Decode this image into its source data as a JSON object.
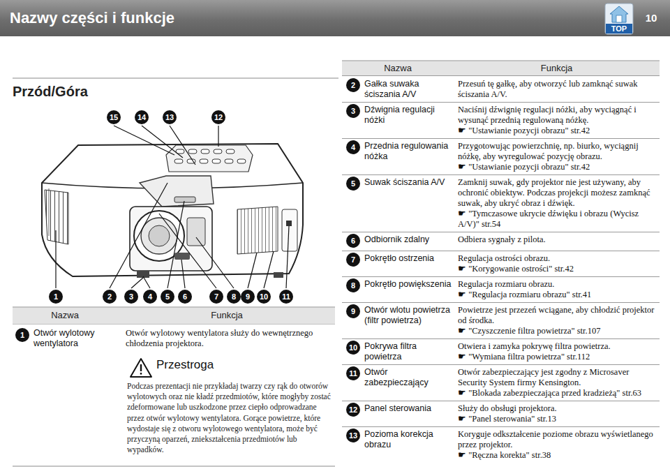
{
  "diagram": {
    "title": "Nazwy części i funkcje",
    "nodes": [
      {
        "text": [
          "TOP"
        ]
      }
    ],
    "labels": [
      "10",
      "Przód/Góra",
      "15",
      "14",
      "13",
      "12",
      "1",
      "2",
      "3",
      "4",
      "5",
      "6",
      "7",
      "8",
      "9",
      "10",
      "11",
      "Nazwa",
      "Funkcja",
      "1",
      "Otwór wylotowy wentylatora",
      "Otwór wylotowy wentylatora służy do wewnętrznego chłodzenia projektora.",
      "Nazwa",
      "Funkcja",
      "2",
      "Gałka suwaka ściszania A/V",
      "Przesuń tę gałkę, aby otworzyć lub zamknąć suwak ściszania A/V.",
      "3",
      "Dźwignia regulacji nóżki",
      "Naciśnij dźwignię regulacji nóżki, aby wyciągnąć i wysunąć przednią regulowaną nóżkę.",
      "☛ \"Ustawianie pozycji obrazu\" str.42",
      "4",
      "Przednia regulowania nóżka",
      "Przygotowując powierzchnię, np. biurko, wyciągnij nóżkę, aby wyregulować pozycję obrazu.",
      "☛ \"Ustawianie pozycji obrazu\" str.42",
      "5",
      "Suwak ściszania A/V",
      "Zamknij suwak, gdy projektor nie jest używany, aby ochronić obiektyw. Podczas projekcji możesz zamknąć suwak, aby ukryć obraz i dźwięk.",
      "☛ \"Tymczasowe ukrycie dźwięku i obrazu (Wycisz A/V)\" str.54",
      "6",
      "Odbiornik zdalny",
      "Odbiera sygnały z pilota.",
      "7",
      "Pokrętło ostrzenia",
      "Regulacja ostrości obrazu.",
      "☛ \"Korygowanie ostrości\" str.42",
      "8",
      "Pokrętło powiększenia",
      "Regulacja rozmiaru obrazu.",
      "☛ \"Regulacja rozmiaru obrazu\" str.41",
      "9",
      "Otwór wlotu powietrza (filtr powietrza)",
      "Powietrze jest przezeń wciągane, aby chłodzić projektor od środka.",
      "☛ \"Czyszczenie filtra powietrza\" str.107",
      "10",
      "Pokrywa filtra powietrza",
      "Otwiera i zamyka pokrywę filtra powietrza.",
      "☛ \"Wymiana filtra powietrza\" str.112",
      "11",
      "Otwór zabezpieczający",
      "Otwór zabezpieczający jest zgodny z Microsaver Security System firmy Kensington.",
      "☛ \"Blokada zabezpieczająca przed kradzieżą\" str.63",
      "12",
      "Panel sterowania",
      "Służy do obsługi projektora.",
      "☛ \"Panel sterowania\" str.13",
      "13",
      "Pozioma korekcja obrazu",
      "Koryguje odkształcenie poziome obrazu wyświetlanego przez projektor.",
      "☛ \"Ręczna korekta\" str.38",
      "Przestroga",
      "Podczas prezentacji nie przykładaj twarzy czy rąk do otworów wylotowych oraz nie kładź przedmiotów, które mogłyby zostać zdeformowane lub uszkodzone przez ciepło odprowadzane przez otwór wylotowy wentylatora. Gorące powietrze, które wydostaje się z otworu wylotowego wentylatora, może być przyczyną oparzeń, zniekształcenia przedmiotów lub wypadków."
    ]
  }
}
